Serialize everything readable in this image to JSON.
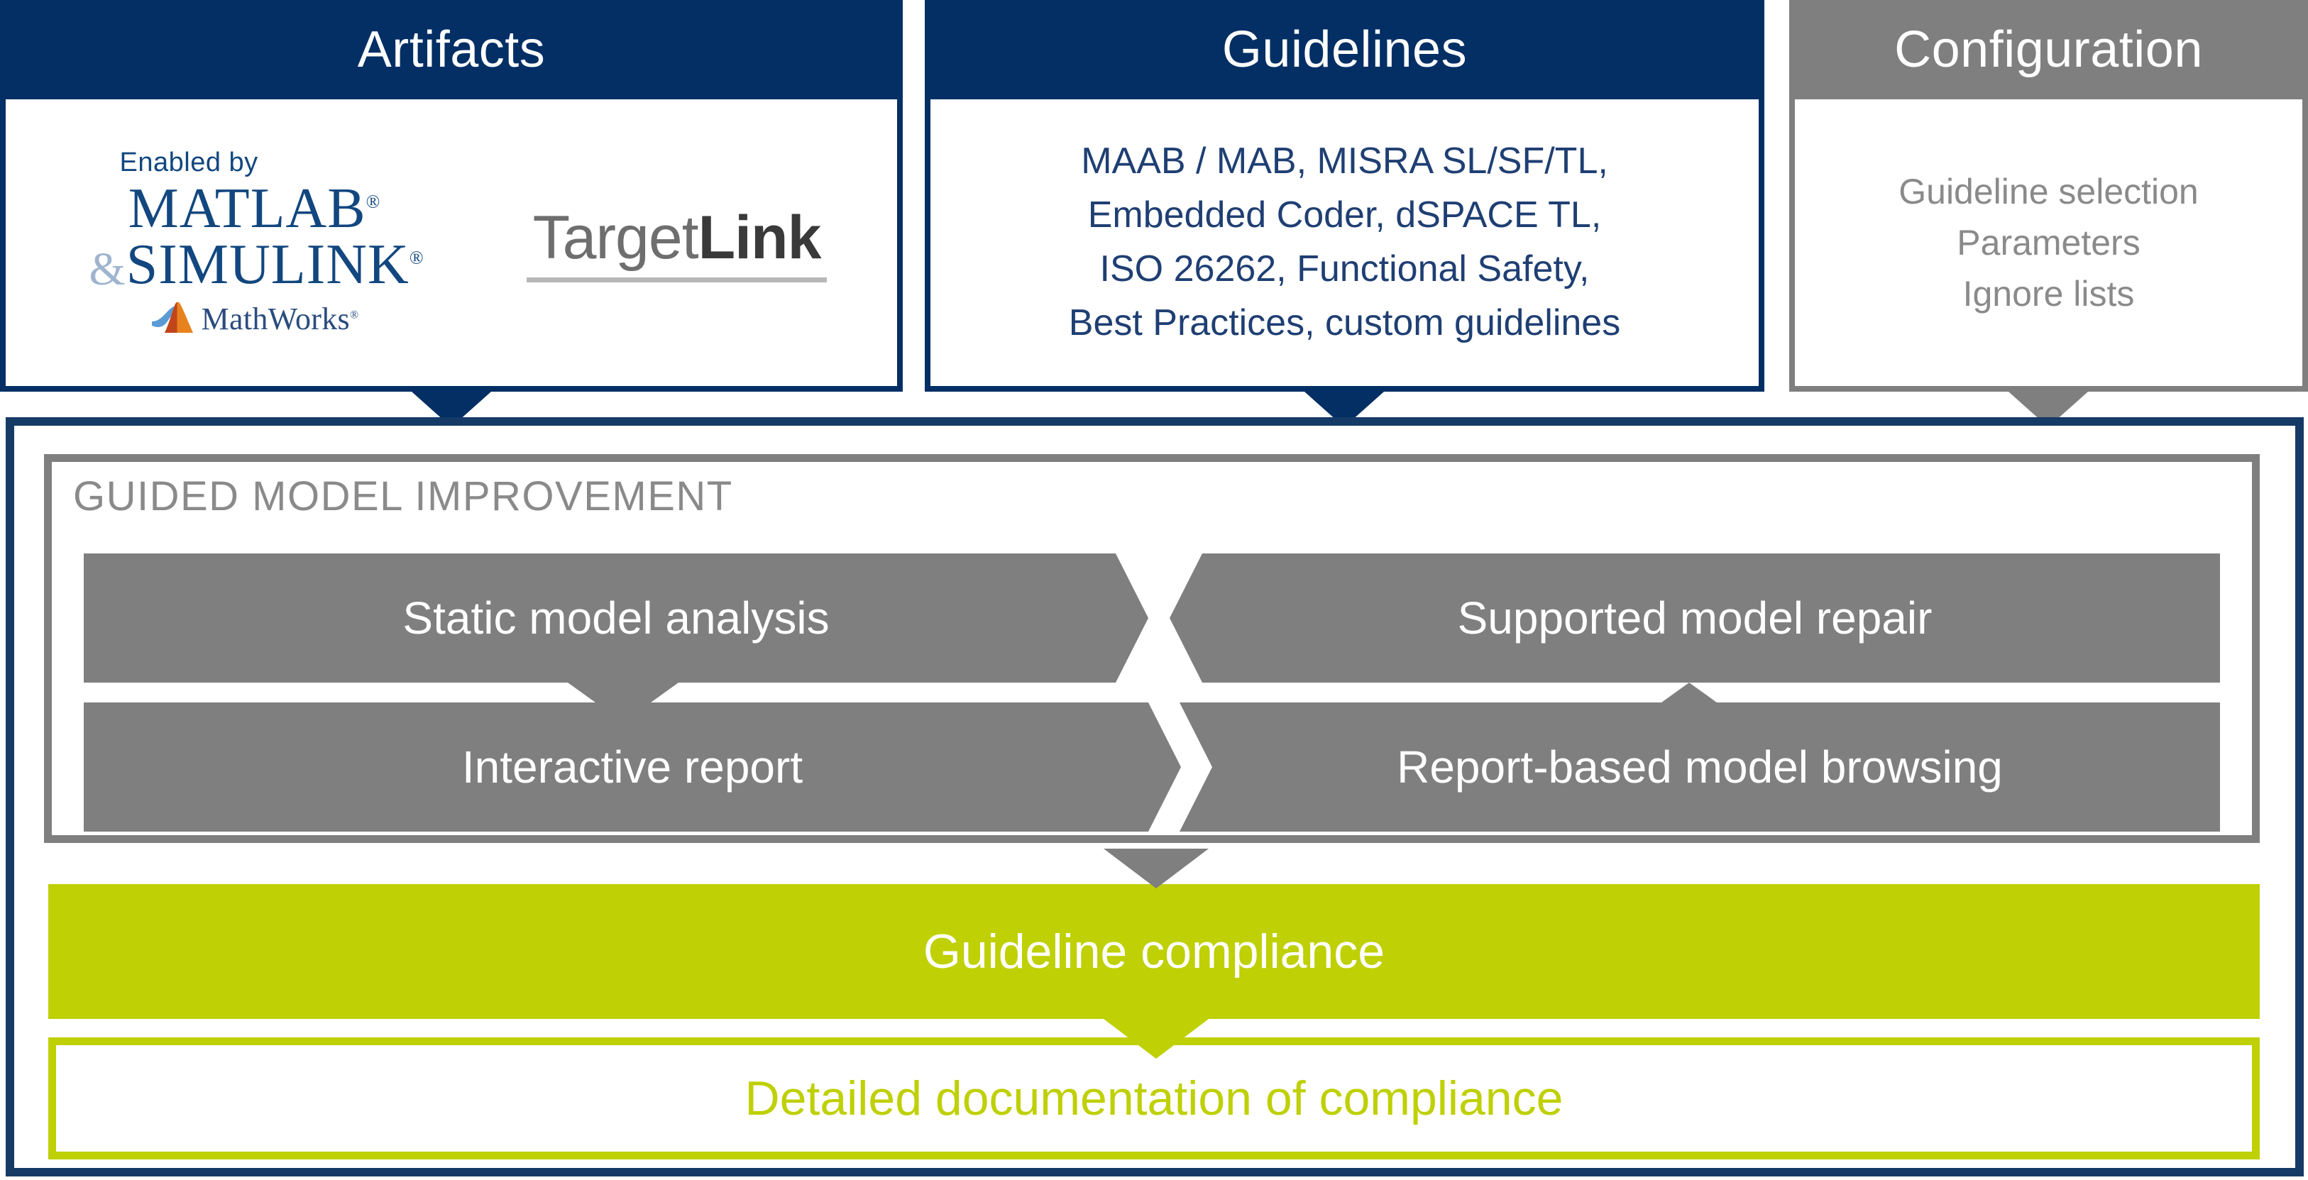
{
  "colors": {
    "navy": "#032F65",
    "navy_border": "#163A66",
    "gray": "#7F7F7F",
    "green": "#BFD004",
    "matlab_blue": "#12477F",
    "guidelines_text": "#1F3F73",
    "config_text": "#8A8A8A",
    "white": "#FFFFFF"
  },
  "top_cards": {
    "artifacts": {
      "title": "Artifacts",
      "matlab_logo": {
        "enabled_by": "Enabled by",
        "line1": "MATLAB",
        "line2_amp": "&",
        "line2": "SIMULINK",
        "registered_mark": "®",
        "vendor": "MathWorks",
        "vendor_mark": "®"
      },
      "targetlink_logo": {
        "prefix": "Target",
        "suffix": "Link"
      }
    },
    "guidelines": {
      "title": "Guidelines",
      "body": "MAAB / MAB, MISRA SL/SF/TL,\nEmbedded Coder, dSPACE TL,\nISO 26262, Functional Safety,\nBest Practices, custom guidelines",
      "items": [
        "MAAB / MAB, MISRA SL/SF/TL,",
        "Embedded Coder, dSPACE TL,",
        "ISO 26262, Functional Safety,",
        "Best Practices, custom guidelines"
      ]
    },
    "configuration": {
      "title": "Configuration",
      "body": "Guideline selection\nParameters\nIgnore lists",
      "items": [
        "Guideline selection",
        "Parameters",
        "Ignore lists"
      ]
    }
  },
  "main": {
    "guided_model_improvement": {
      "title": "GUIDED MODEL IMPROVEMENT",
      "cells": {
        "top_left": "Static model analysis",
        "top_right": "Supported model repair",
        "bottom_left": "Interactive report",
        "bottom_right": "Report-based model browsing"
      }
    },
    "guideline_compliance": "Guideline compliance",
    "detailed_documentation": "Detailed documentation of compliance"
  }
}
